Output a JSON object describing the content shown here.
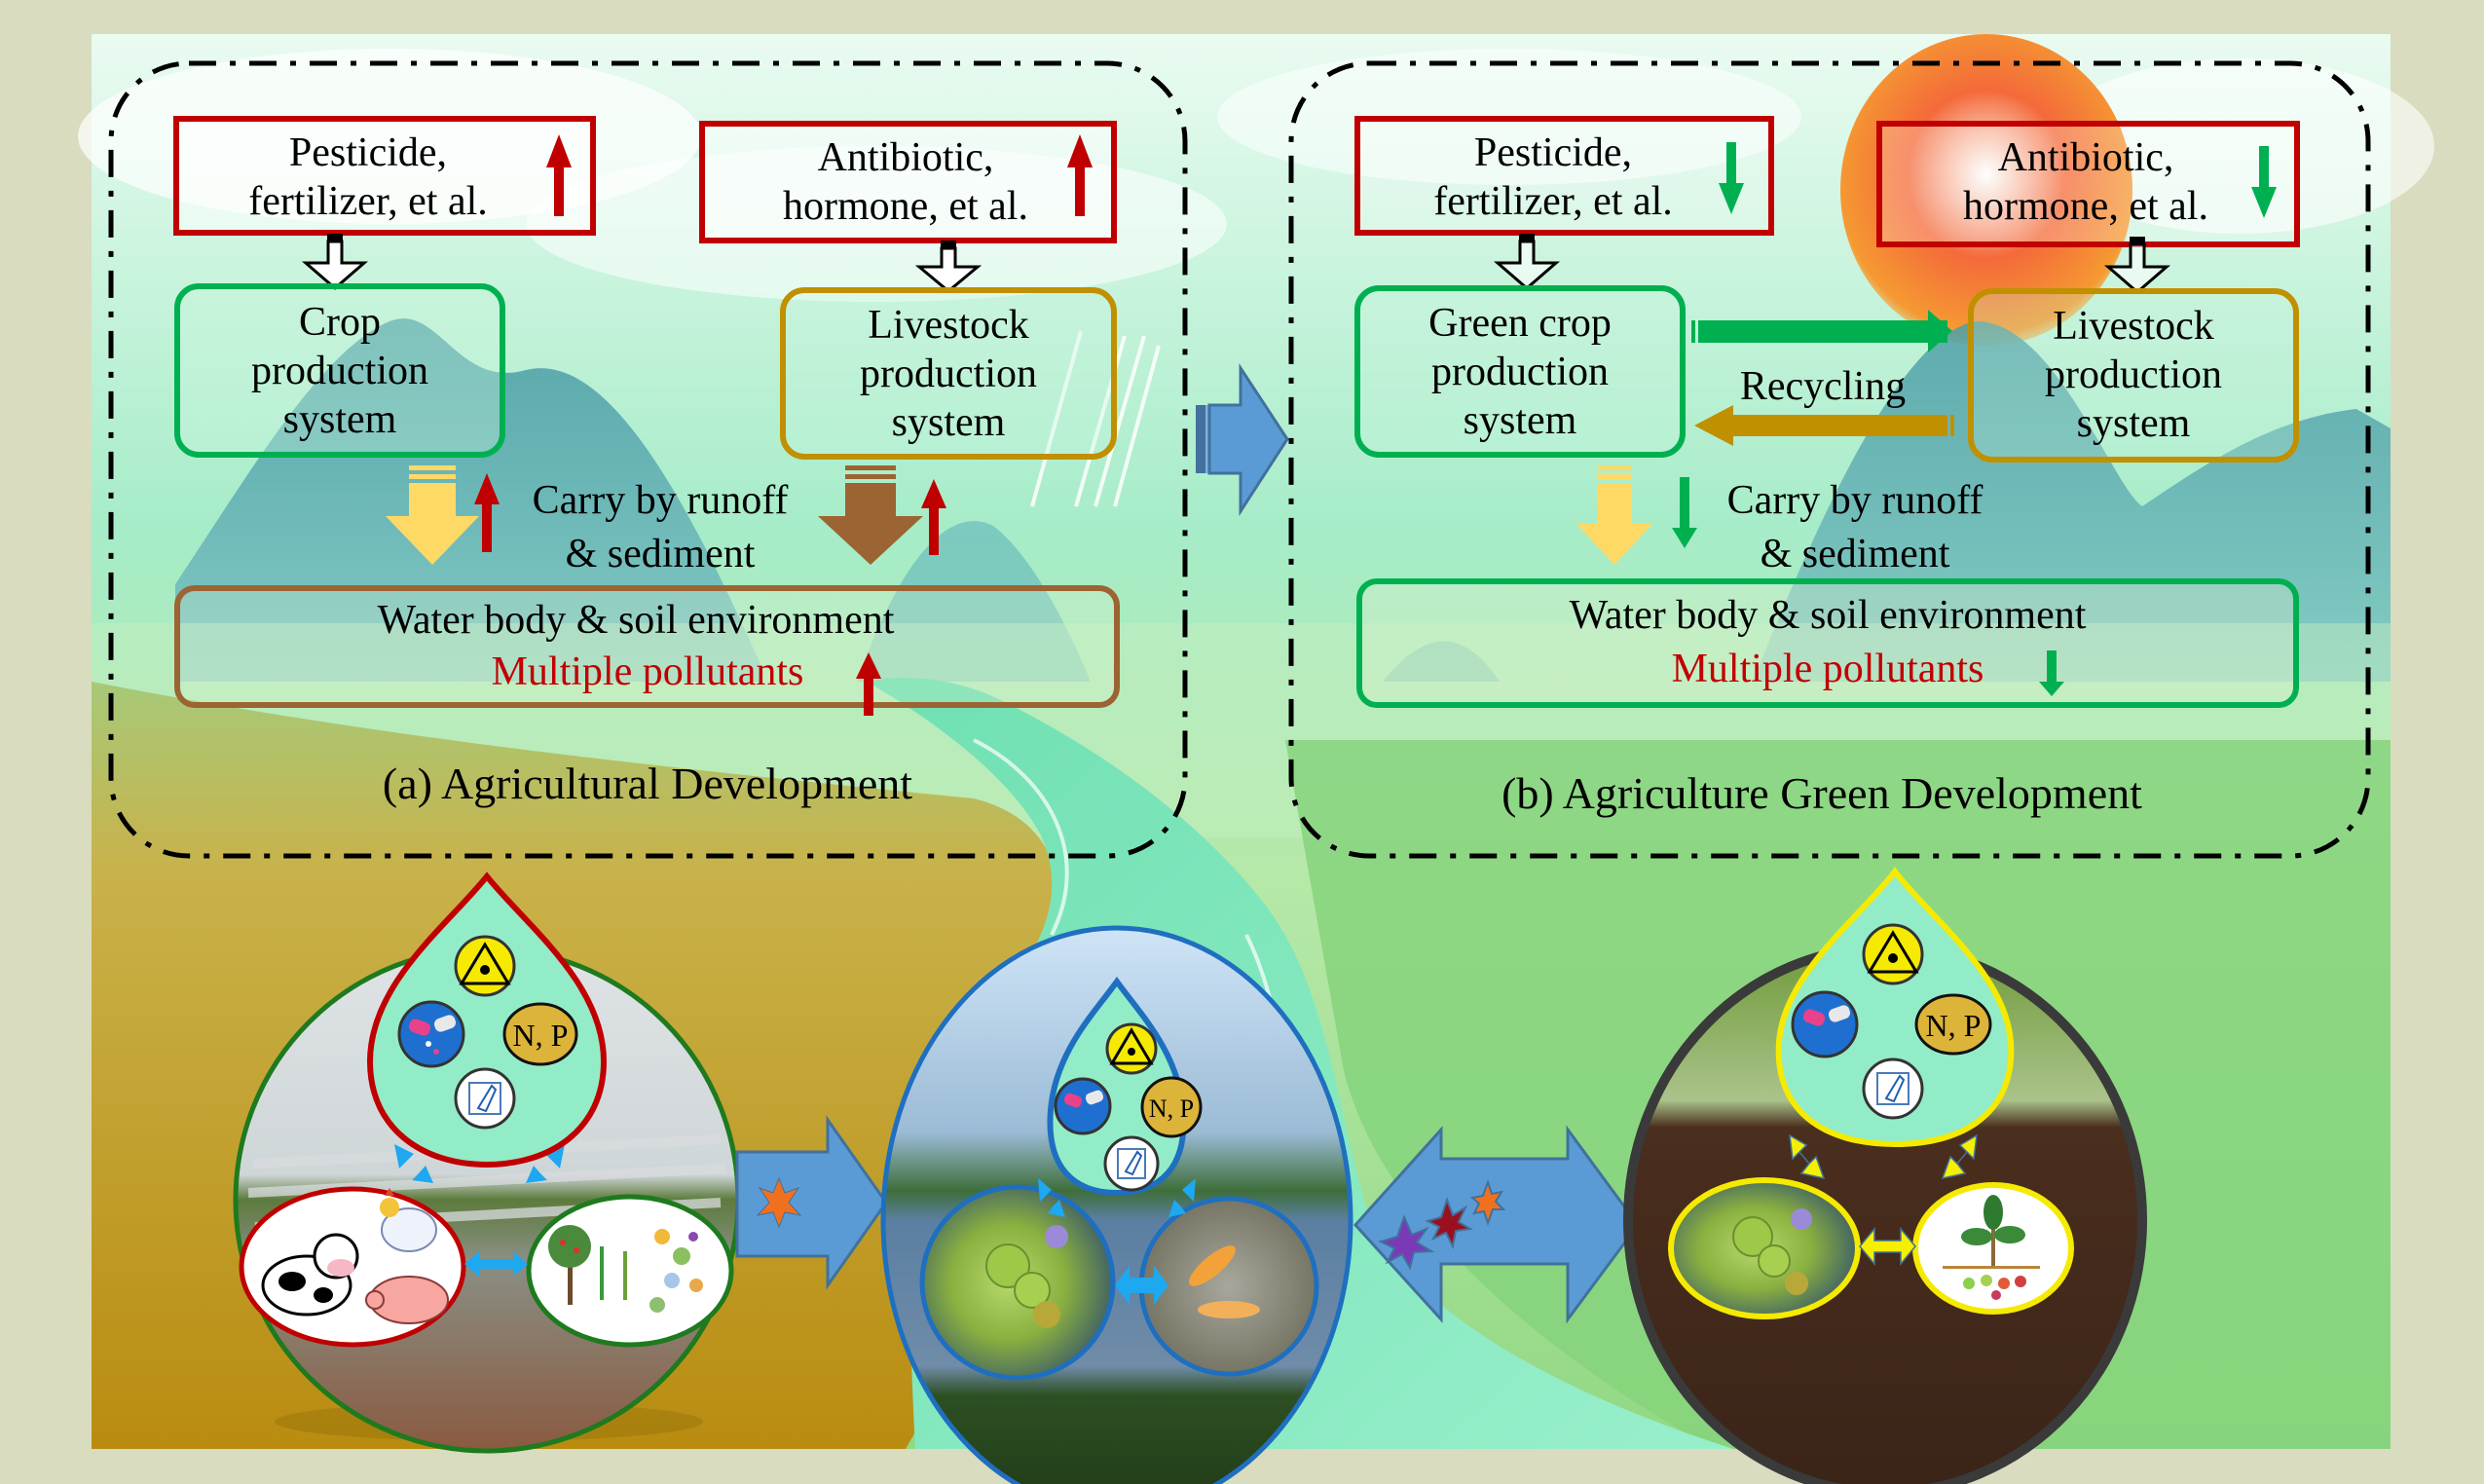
{
  "panel_a": {
    "caption": "(a) Agricultural Development",
    "input_crop": {
      "line1": "Pesticide,",
      "line2": "fertilizer, et al.",
      "trend": "up"
    },
    "input_livestock": {
      "line1": "Antibiotic,",
      "line2": "hormone, et al.",
      "trend": "up"
    },
    "crop_system": {
      "line1": "Crop",
      "line2": "production",
      "line3": "system"
    },
    "livestock_system": {
      "line1": "Livestock",
      "line2": "production",
      "line3": "system"
    },
    "transport": {
      "line1": "Carry by runoff",
      "line2": "& sediment",
      "trend": "up"
    },
    "environment": {
      "line1": "Water body & soil environment",
      "line2": "Multiple pollutants",
      "trend": "up"
    }
  },
  "panel_b": {
    "caption": "(b) Agriculture Green Development",
    "input_crop": {
      "line1": "Pesticide,",
      "line2": "fertilizer, et al.",
      "trend": "down"
    },
    "input_livestock": {
      "line1": "Antibiotic,",
      "line2": "hormone, et al.",
      "trend": "down"
    },
    "crop_system": {
      "line1": "Green crop",
      "line2": "production",
      "line3": "system"
    },
    "livestock_system": {
      "line1": "Livestock",
      "line2": "production",
      "line3": "system"
    },
    "recycling_label": "Recycling",
    "transport": {
      "line1": "Carry by runoff",
      "line2": "& sediment",
      "trend": "down"
    },
    "environment": {
      "line1": "Water body & soil environment",
      "line2": "Multiple pollutants",
      "trend": "down"
    }
  },
  "pollutant_drop": {
    "icons": [
      "toxic-hazard-icon",
      "antibiotic-pills-icon",
      "nutrient-np-icon",
      "plastic-bottle-icon"
    ],
    "np_label": "N, P"
  },
  "scenes": [
    {
      "name": "farmland",
      "drop_border": "#c00000",
      "ring": "#1e7a1e",
      "left_inset": "livestock (cow, chicken, pig)",
      "right_inset": "crops & vegetables"
    },
    {
      "name": "water-body",
      "drop_border": "#1f6fc0",
      "ring": "#1f6fc0",
      "left_inset": "microorganisms",
      "right_inset": "fish"
    },
    {
      "name": "soil",
      "drop_border": "#f5ea00",
      "ring": "#3a3a3a",
      "left_inset": "microorganisms",
      "right_inset": "plant nutrients"
    }
  ],
  "colors": {
    "page_bg": "#d9dcbe",
    "input_border": "#c00000",
    "crop_border": "#00b050",
    "livestock_border": "#c09000",
    "env_border_a": "#9b6432",
    "env_border_b": "#00b050",
    "up_arrow": "#c00000",
    "down_arrow": "#00b050",
    "flow_arrow": "#5b9bd5",
    "runoff_crop": "#ffd966",
    "runoff_livestock": "#9b6432"
  }
}
